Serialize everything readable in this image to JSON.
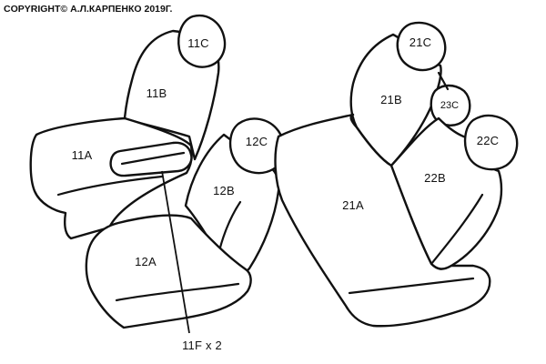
{
  "copyright": "COPYRIGHT© А.Л.КАРПЕНКО 2019Г.",
  "labels": {
    "p11c": "11C",
    "p11b": "11B",
    "p11a": "11A",
    "p11f": "11F x 2",
    "p12c": "12C",
    "p12b": "12B",
    "p12a": "12A",
    "p21c": "21C",
    "p21b": "21B",
    "p21a": "21A",
    "p22c": "22C",
    "p22b": "22B",
    "p23c": "23C"
  }
}
